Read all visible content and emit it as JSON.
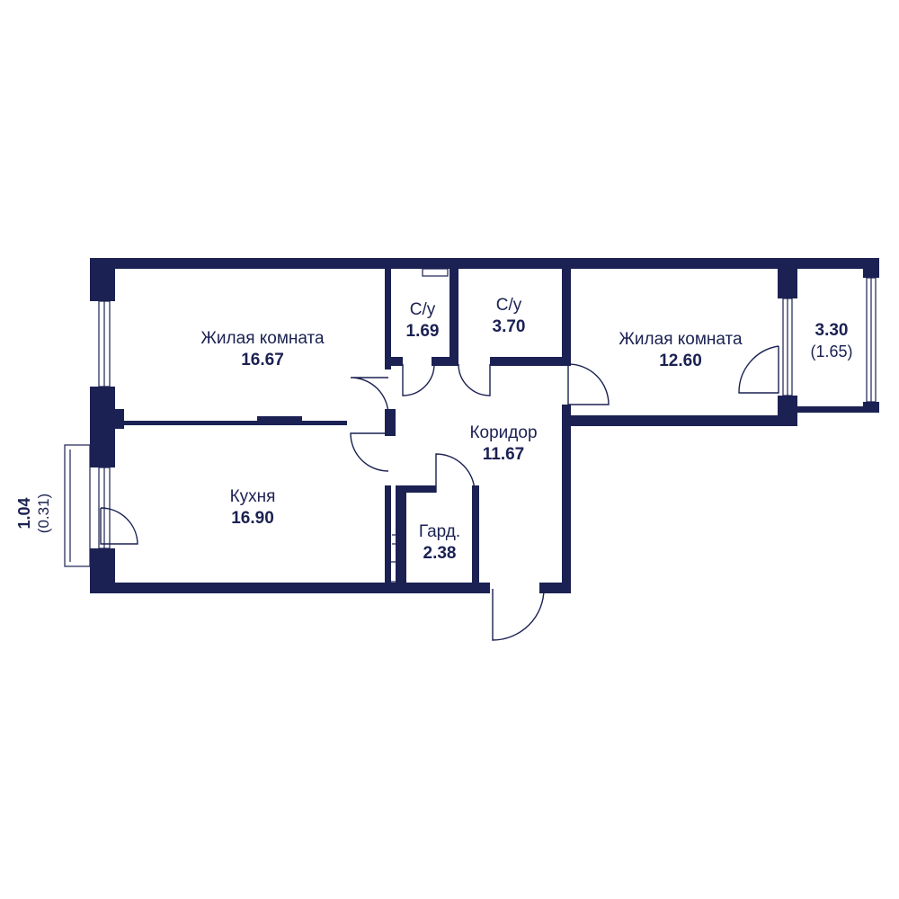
{
  "colors": {
    "wall": "#1b2152",
    "text": "#1b2152",
    "background": "#ffffff"
  },
  "rooms": {
    "living_left": {
      "name": "Жилая комната",
      "area": "16.67"
    },
    "bath_small": {
      "name": "С/у",
      "area": "1.69"
    },
    "bath_large": {
      "name": "С/у",
      "area": "3.70"
    },
    "living_right": {
      "name": "Жилая комната",
      "area": "12.60"
    },
    "corridor": {
      "name": "Коридор",
      "area": "11.67"
    },
    "kitchen": {
      "name": "Кухня",
      "area": "16.90"
    },
    "wardrobe": {
      "name": "Гард.",
      "area": "2.38"
    }
  },
  "balconies": {
    "right": {
      "area": "3.30",
      "reduced": "(1.65)"
    },
    "left": {
      "area": "1.04",
      "reduced": "(0.31)"
    }
  }
}
